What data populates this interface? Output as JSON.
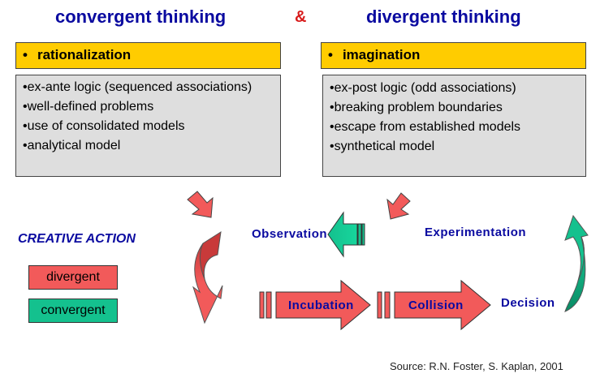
{
  "titles": {
    "left": "convergent thinking",
    "amp": "&",
    "right": "divergent thinking"
  },
  "left": {
    "header": "rationalization",
    "items": [
      "•ex-ante logic (sequenced associations)",
      "•well-defined problems",
      "•use of consolidated models",
      "•analytical model"
    ]
  },
  "right": {
    "header": "imagination",
    "items": [
      "•ex-post logic (odd associations)",
      "•breaking problem boundaries",
      "•escape from established models",
      "•synthetical model"
    ]
  },
  "bullet": "•",
  "creative_action": "CREATIVE ACTION",
  "legend": {
    "divergent": "divergent",
    "convergent": "convergent"
  },
  "process": {
    "observation": "Observation",
    "experimentation": "Experimentation",
    "incubation": "Incubation",
    "collision": "Collision",
    "decision": "Decision"
  },
  "colors": {
    "divergent": "#f25a5a",
    "convergent": "#14c18e",
    "header": "#ffcc00",
    "title": "#0a0aa0"
  },
  "source": "Source: R.N. Foster, S. Kaplan, 2001"
}
